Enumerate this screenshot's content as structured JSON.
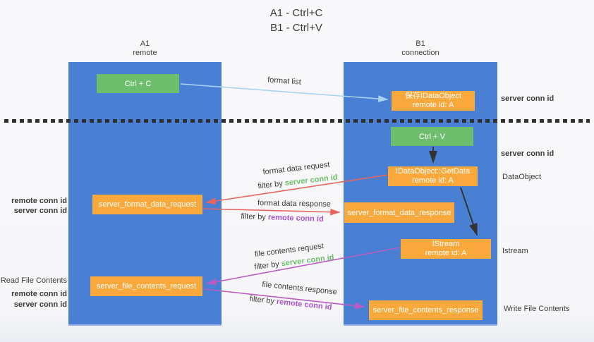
{
  "title": {
    "line1": "A1 - Ctrl+C",
    "line2": "B1 - Ctrl+V"
  },
  "lanes": {
    "left": {
      "name": "A1",
      "subtitle": "remote"
    },
    "right": {
      "name": "B1",
      "subtitle": "connection"
    }
  },
  "nodes": {
    "ctrl_c": {
      "label": "Ctrl + C"
    },
    "ctrl_v": {
      "label": "Ctrl + V"
    },
    "save_dataobject": {
      "line1": "保存IDataObject",
      "line2": "remote id: A"
    },
    "getdata": {
      "line1": "IDataObject::GetData",
      "line2": "remote id: A"
    },
    "istream": {
      "line1": "IStream",
      "line2": "remote id: A"
    },
    "server_format_data_request": {
      "label": "server_format_data_request"
    },
    "server_format_data_response": {
      "label": "server_format_data_response"
    },
    "server_file_contents_request": {
      "label": "server_file_contents_request"
    },
    "server_file_contents_response": {
      "label": "server_file_contents_response"
    }
  },
  "edge_labels": {
    "format_list": "format list",
    "format_data_request": "format data request",
    "format_data_response": "format data response",
    "file_contents_request": "file contents request",
    "file_contents_response": "file contents response",
    "filter_by": "filter by",
    "server_conn_id": "server conn id",
    "remote_conn_id": "remote conn id"
  },
  "side_labels": {
    "right_server_conn_id_top": "server conn id",
    "right_server_conn_id_mid": "server conn id",
    "dataobject": "DataObject",
    "istream": "Istream",
    "write_file_contents": "Write File Contents",
    "read_file_contents": "Read File Contents",
    "left_remote_conn_id_1": "remote conn id",
    "left_server_conn_id_1": "server conn id",
    "left_remote_conn_id_2": "remote conn id",
    "left_server_conn_id_2": "server conn id"
  },
  "colors": {
    "lane_blue": "#4a80d4",
    "box_green": "#6dbf6d",
    "box_orange": "#f9a83c",
    "conn_id_green": "#6abf6a",
    "conn_id_purple": "#a855cc",
    "arrow_red": "#e8655c",
    "arrow_purple": "#bb5cc4",
    "arrow_light_blue": "#a9d3f2",
    "arrow_black": "#333333",
    "text_dark": "#3c3c3c"
  }
}
